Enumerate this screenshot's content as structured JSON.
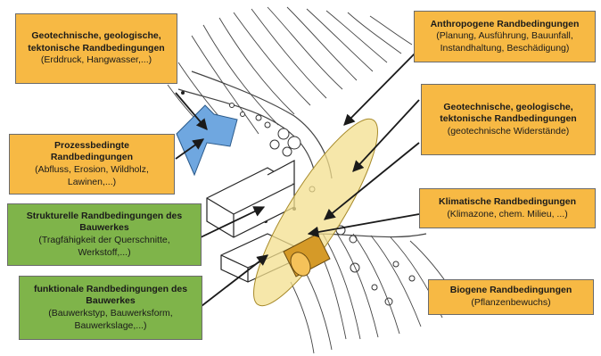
{
  "colors": {
    "orange": "#f7b944",
    "green": "#7fb44a",
    "ellipse_fill": "#f3df8e",
    "water_blue": "#6fa7e0",
    "line": "#1a1a1a"
  },
  "boxes": {
    "geo_top_left": {
      "title": "Geotechnische, geologische, tektonische Randbedingungen",
      "detail": "(Erddruck, Hangwasser,...)"
    },
    "prozess": {
      "title": "Prozessbedingte Randbedingungen",
      "detail": "(Abfluss, Erosion, Wildholz, Lawinen,...)"
    },
    "strukturell": {
      "title": "Strukturelle Randbedingungen des Bauwerkes",
      "detail": "(Tragfähigkeit der Querschnitte, Werkstoff,...)"
    },
    "funktional": {
      "title": "funktionale Randbedingungen des Bauwerkes",
      "detail": "(Bauwerkstyp, Bauwerksform, Bauwerkslage,...)"
    },
    "anthropogen": {
      "title": "Anthropogene Randbedingungen",
      "detail": "(Planung, Ausführung, Bauunfall, Instandhaltung, Beschädigung)"
    },
    "geo_right": {
      "title": "Geotechnische, geologische, tektonische Randbedingungen",
      "detail": "(geotechnische Widerstände)"
    },
    "klima": {
      "title": "Klimatische Randbedingungen",
      "detail": "(Klimazone, chem. Milieu, ...)"
    },
    "biogen": {
      "title": "Biogene Randbedingungen",
      "detail": "(Pflanzenbewuchs)"
    }
  }
}
